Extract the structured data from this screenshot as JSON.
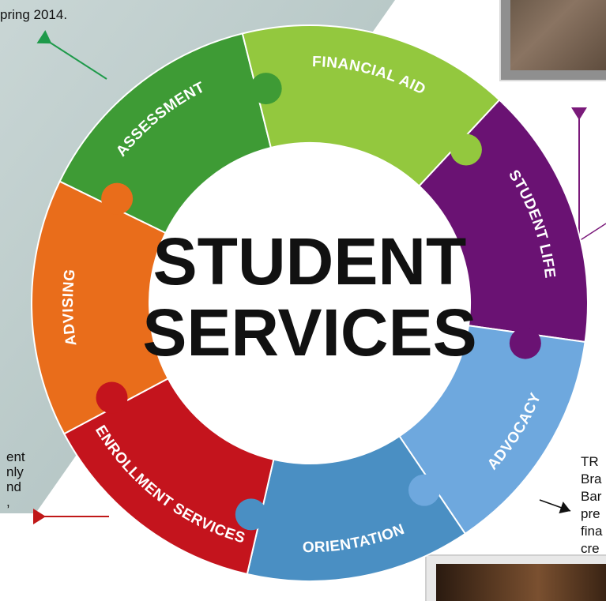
{
  "diagram": {
    "center_line1": "STUDENT",
    "center_line2": "SERVICES",
    "segments": [
      {
        "label": "ASSESSMENT",
        "color": "#3e9b35"
      },
      {
        "label": "FINANCIAL AID",
        "color": "#93c83e"
      },
      {
        "label": "STUDENT LIFE",
        "color": "#6a1273"
      },
      {
        "label": "ADVOCACY",
        "color": "#6ea8de"
      },
      {
        "label": "ORIENTATION",
        "color": "#4a8fc3"
      },
      {
        "label": "ENROLLMENT SERVICES",
        "color": "#c4141d"
      },
      {
        "label": "ADVISING",
        "color": "#e96d1b"
      }
    ]
  },
  "fragments": {
    "top_left": "pring 2014.",
    "left_1": "ent",
    "left_2": "nly",
    "left_3": "nd",
    "left_4": ",",
    "right_1": "TR",
    "right_2": "Bra",
    "right_3": "Bar",
    "right_4": "pre",
    "right_5": "fina",
    "right_6": "cre"
  },
  "colors": {
    "panel": "#b7c7c6",
    "arrow_green": "#1e9a4a",
    "arrow_purple": "#7a1a7a",
    "arrow_red": "#c01818",
    "arrow_black": "#111111"
  }
}
